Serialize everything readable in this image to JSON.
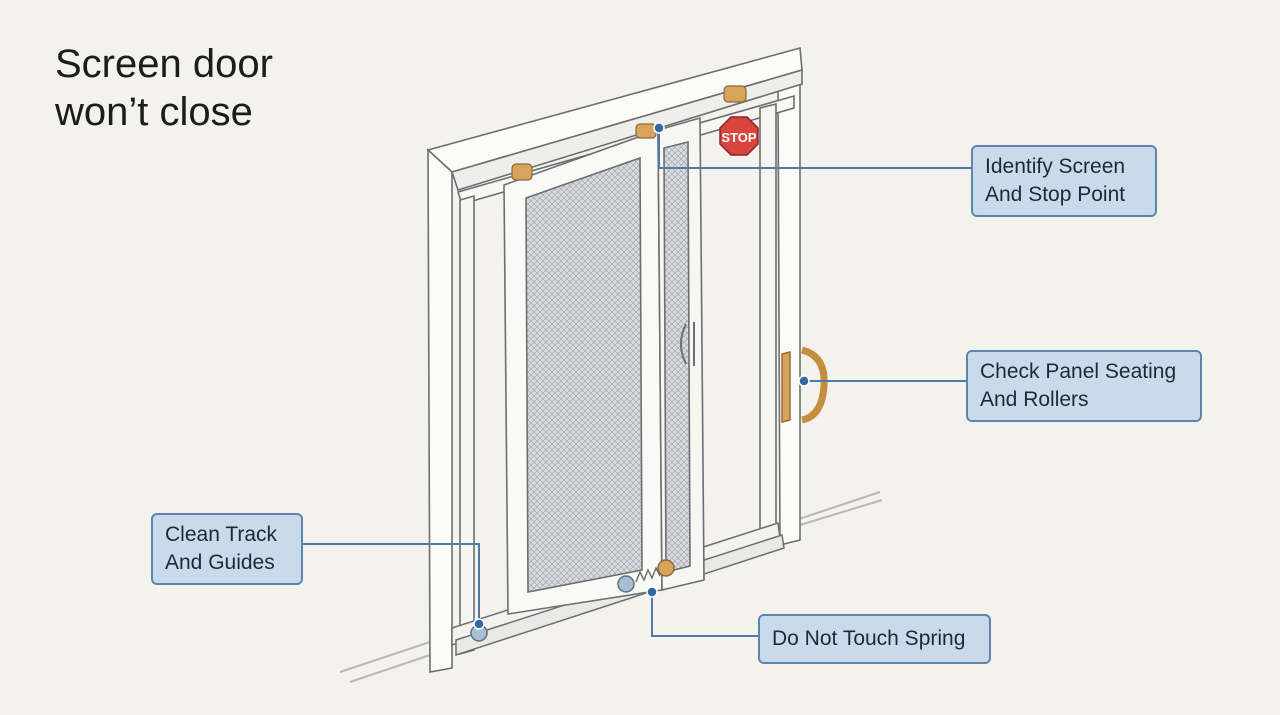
{
  "title": {
    "line1": "Screen door",
    "line2": "won’t close"
  },
  "stop_sign": {
    "text": "STOP",
    "color": "#d9453c"
  },
  "callouts": {
    "identify": {
      "line1": "Identify Screen",
      "line2": "And Stop Point"
    },
    "check": {
      "line1": "Check Panel Seating",
      "line2": "And Rollers"
    },
    "clean": {
      "line1": "Clean Track",
      "line2": "And Guides"
    },
    "spring": {
      "line1": "Do Not Touch Spring"
    }
  },
  "colors": {
    "background": "#f3f2ed",
    "callout_fill": "#c9dbea",
    "callout_border": "#5e86aa",
    "leader": "#4f7aa3",
    "wood": "#d8a45a"
  }
}
